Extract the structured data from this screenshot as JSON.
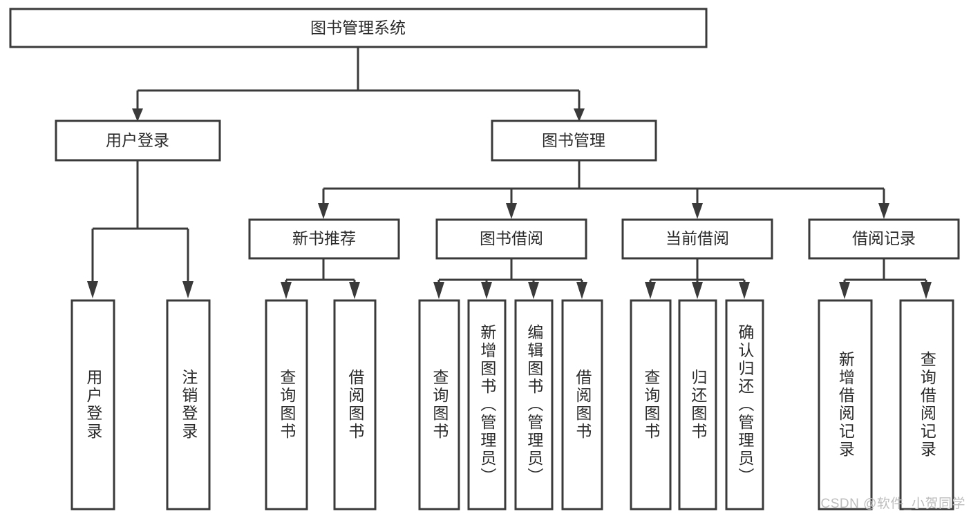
{
  "diagram": {
    "title": "图书管理系统",
    "type": "tree",
    "colors": {
      "stroke": "#3a3a3a",
      "box_fill": "#ffffff",
      "text": "#2b2b2b",
      "background": "#ffffff",
      "watermark": "#bdbdbd"
    },
    "root": {
      "label": "图书管理系统",
      "orientation": "horizontal"
    },
    "level2": [
      {
        "label": "用户登录",
        "orientation": "horizontal"
      },
      {
        "label": "图书管理",
        "orientation": "horizontal"
      }
    ],
    "level3": [
      {
        "label": "新书推荐",
        "orientation": "horizontal"
      },
      {
        "label": "图书借阅",
        "orientation": "horizontal"
      },
      {
        "label": "当前借阅",
        "orientation": "horizontal"
      },
      {
        "label": "借阅记录",
        "orientation": "horizontal"
      }
    ],
    "leaves": {
      "user_login": [
        {
          "label": "用户登录",
          "orientation": "vertical"
        },
        {
          "label": "注销登录",
          "orientation": "vertical"
        }
      ],
      "new_book_recommend": [
        {
          "label": "查询图书",
          "orientation": "vertical"
        },
        {
          "label": "借阅图书",
          "orientation": "vertical"
        }
      ],
      "book_borrow": [
        {
          "label": "查询图书",
          "orientation": "vertical"
        },
        {
          "label": "新增图书（管理员）",
          "orientation": "vertical"
        },
        {
          "label": "编辑图书（管理员）",
          "orientation": "vertical"
        },
        {
          "label": "借阅图书",
          "orientation": "vertical"
        }
      ],
      "current_borrow": [
        {
          "label": "查询图书",
          "orientation": "vertical"
        },
        {
          "label": "归还图书",
          "orientation": "vertical"
        },
        {
          "label": "确认归还（管理员）",
          "orientation": "vertical"
        }
      ],
      "borrow_record": [
        {
          "label": "新增借阅记录",
          "orientation": "vertical"
        },
        {
          "label": "查询借阅记录",
          "orientation": "vertical"
        }
      ]
    }
  },
  "watermark": {
    "text": "CSDN @软件_小贺同学"
  }
}
